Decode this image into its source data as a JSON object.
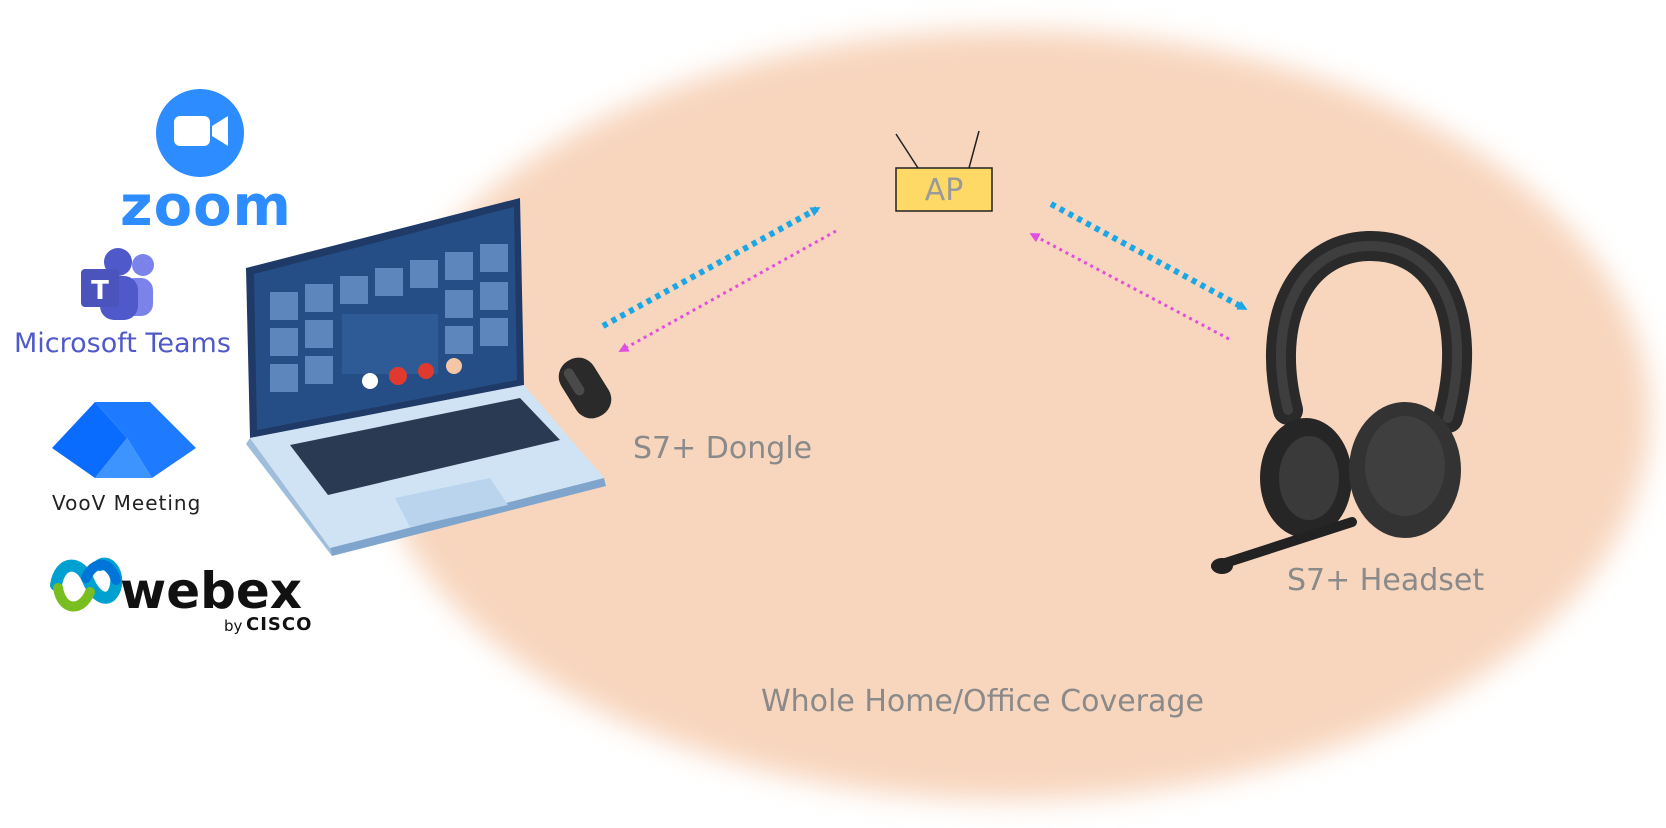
{
  "apps": {
    "zoom": {
      "name": "zoom",
      "color": "#2D8CFF"
    },
    "teams": {
      "name": "Microsoft Teams",
      "color": "#5059C9"
    },
    "voov": {
      "name": "VooV Meeting",
      "color": "#0A6CFF"
    },
    "webex": {
      "name": "webex",
      "by": "by",
      "company": "CISCO"
    }
  },
  "diagram": {
    "access_point": "AP",
    "dongle": "S7+ Dongle",
    "headset": "S7+ Headset",
    "coverage": "Whole Home/Office Coverage",
    "colors": {
      "coverage_area": "#F8D5BD",
      "uplink_arrow": "#1AA7E6",
      "downlink_arrow": "#E04FE0",
      "access_point_fill": "#FFD966"
    }
  }
}
